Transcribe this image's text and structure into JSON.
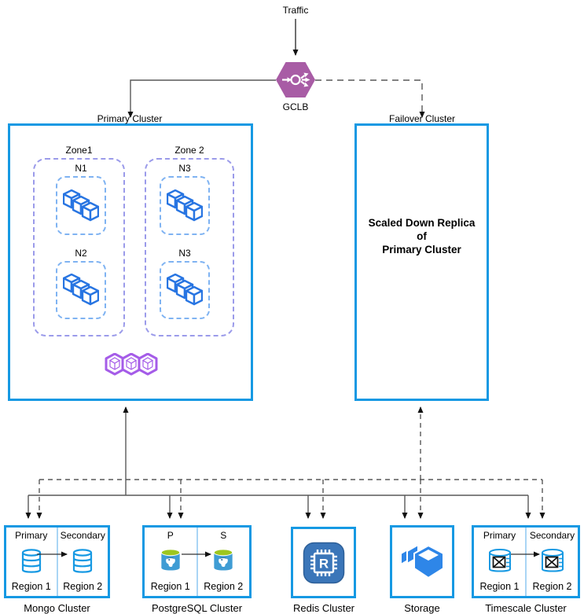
{
  "top": {
    "traffic_label": "Traffic",
    "gclb_label": "GCLB"
  },
  "primary_cluster": {
    "label": "Primary Cluster",
    "zones": [
      {
        "label": "Zone1",
        "nodes": [
          "N1",
          "N2"
        ]
      },
      {
        "label": "Zone 2",
        "nodes": [
          "N3",
          "N3"
        ]
      }
    ]
  },
  "failover_cluster": {
    "label": "Failover Cluster",
    "line1": "Scaled Down Replica",
    "line2": "of",
    "line3": "Primary Cluster"
  },
  "clusters": {
    "mongo": {
      "label": "Mongo Cluster",
      "left_role": "Primary",
      "right_role": "Secondary",
      "left_region": "Region 1",
      "right_region": "Region 2"
    },
    "postgres": {
      "label": "PostgreSQL Cluster",
      "left_role": "P",
      "right_role": "S",
      "left_region": "Region 1",
      "right_region": "Region 2"
    },
    "redis": {
      "label": "Redis Cluster",
      "icon_letter": "R"
    },
    "storage": {
      "label": "Storage"
    },
    "timescale": {
      "label": "Timescale Cluster",
      "left_role": "Primary",
      "right_role": "Secondary",
      "left_region": "Region 1",
      "right_region": "Region 2"
    }
  },
  "colors": {
    "cluster_border_blue": "#1699E3",
    "node_dashed_blue": "#7FB3F2",
    "zone_dashed_purple": "#9B9BEA",
    "pods_cube_blue": "#2875E2",
    "hex_pods_purple": "#A55CE8",
    "gclb_purple": "#A85CA5",
    "postgres_body": "#3F9CD4",
    "postgres_top_green": "#9DC61F",
    "redis_icon_blue": "#3B76B9",
    "storage_icon_blue": "#2E86E8",
    "connector_gray": "#595959",
    "divider_light_blue": "#A9D5F5"
  }
}
